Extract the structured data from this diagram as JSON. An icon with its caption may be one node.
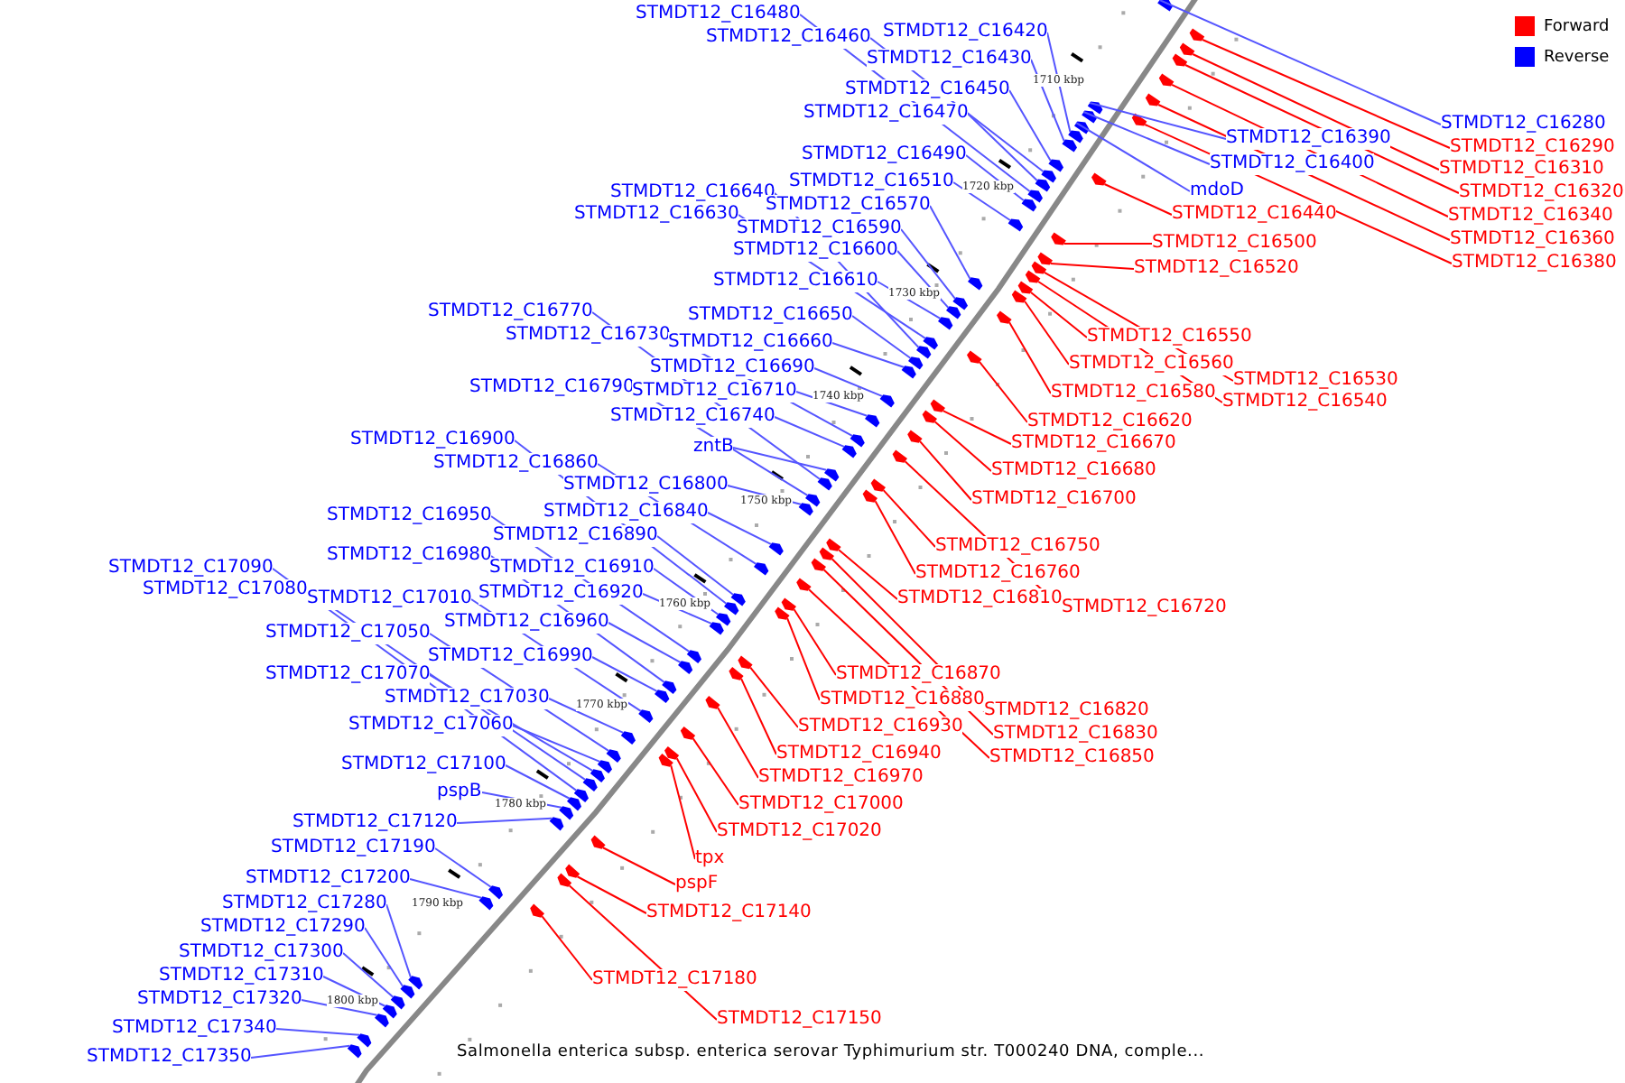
{
  "diagram": {
    "caption": "Salmonella enterica subsp. enterica serovar Typhimurium str. T000240 DNA, comple...",
    "nodes": [
      {
        "text": [
          "STMDT12_C16480"
        ]
      },
      {
        "text": [
          "STMDT12_C16420"
        ]
      },
      {
        "text": [
          "STMDT12_C16460"
        ]
      },
      {
        "text": [
          "STMDT12_C16430"
        ]
      },
      {
        "text": [
          "STMDT12_C16450"
        ]
      },
      {
        "text": [
          "STMDT12_C16470"
        ]
      },
      {
        "text": [
          "STMDT12_C16280"
        ]
      },
      {
        "text": [
          "STMDT12_C16390"
        ]
      },
      {
        "text": [
          "STMDT12_C16290"
        ]
      },
      {
        "text": [
          "STMDT12_C16490"
        ]
      },
      {
        "text": [
          "STMDT12_C16400"
        ]
      },
      {
        "text": [
          "STMDT12_C16310"
        ]
      },
      {
        "text": [
          "STMDT12_C16510"
        ]
      },
      {
        "text": [
          "mdoD"
        ]
      },
      {
        "text": [
          "STMDT12_C16320"
        ]
      },
      {
        "text": [
          "STMDT12_C16640"
        ]
      },
      {
        "text": [
          "STMDT12_C16570"
        ]
      },
      {
        "text": [
          "STMDT12_C16440"
        ]
      },
      {
        "text": [
          "STMDT12_C16630"
        ]
      },
      {
        "text": [
          "STMDT12_C16340"
        ]
      },
      {
        "text": [
          "STMDT12_C16590"
        ]
      },
      {
        "text": [
          "STMDT12_C16360"
        ]
      },
      {
        "text": [
          "STMDT12_C16500"
        ]
      },
      {
        "text": [
          "STMDT12_C16600"
        ]
      },
      {
        "text": [
          "STMDT12_C16380"
        ]
      },
      {
        "text": [
          "STMDT12_C16520"
        ]
      },
      {
        "text": [
          "STMDT12_C16610"
        ]
      },
      {
        "text": [
          "STMDT12_C16770"
        ]
      },
      {
        "text": [
          "STMDT12_C16650"
        ]
      },
      {
        "text": [
          "STMDT12_C16730"
        ]
      },
      {
        "text": [
          "STMDT12_C16550"
        ]
      },
      {
        "text": [
          "STMDT12_C16660"
        ]
      },
      {
        "text": [
          "STMDT12_C16560"
        ]
      },
      {
        "text": [
          "STMDT12_C16690"
        ]
      },
      {
        "text": [
          "STMDT12_C16530"
        ]
      },
      {
        "text": [
          "STMDT12_C16790"
        ]
      },
      {
        "text": [
          "STMDT12_C16710"
        ]
      },
      {
        "text": [
          "STMDT12_C16580"
        ]
      },
      {
        "text": [
          "STMDT12_C16540"
        ]
      },
      {
        "text": [
          "STMDT12_C16740"
        ]
      },
      {
        "text": [
          "STMDT12_C16620"
        ]
      },
      {
        "text": [
          "STMDT12_C16900"
        ]
      },
      {
        "text": [
          "STMDT12_C16670"
        ]
      },
      {
        "text": [
          "zntB"
        ]
      },
      {
        "text": [
          "STMDT12_C16860"
        ]
      },
      {
        "text": [
          "STMDT12_C16680"
        ]
      },
      {
        "text": [
          "STMDT12_C16800"
        ]
      },
      {
        "text": [
          "STMDT12_C16700"
        ]
      },
      {
        "text": [
          "STMDT12_C16840"
        ]
      },
      {
        "text": [
          "STMDT12_C16950"
        ]
      },
      {
        "text": [
          "STMDT12_C16890"
        ]
      },
      {
        "text": [
          "STMDT12_C16750"
        ]
      },
      {
        "text": [
          "STMDT12_C16980"
        ]
      },
      {
        "text": [
          "STMDT12_C16910"
        ]
      },
      {
        "text": [
          "STMDT12_C17090"
        ]
      },
      {
        "text": [
          "STMDT12_C16760"
        ]
      },
      {
        "text": [
          "STMDT12_C17080"
        ]
      },
      {
        "text": [
          "STMDT12_C16920"
        ]
      },
      {
        "text": [
          "STMDT12_C17010"
        ]
      },
      {
        "text": [
          "STMDT12_C16810"
        ]
      },
      {
        "text": [
          "STMDT12_C16720"
        ]
      },
      {
        "text": [
          "STMDT12_C16960"
        ]
      },
      {
        "text": [
          "STMDT12_C17050"
        ]
      },
      {
        "text": [
          "STMDT12_C16990"
        ]
      },
      {
        "text": [
          "STMDT12_C16870"
        ]
      },
      {
        "text": [
          "STMDT12_C17070"
        ]
      },
      {
        "text": [
          "STMDT12_C17030"
        ]
      },
      {
        "text": [
          "STMDT12_C16880"
        ]
      },
      {
        "text": [
          "STMDT12_C16820"
        ]
      },
      {
        "text": [
          "STMDT12_C17060"
        ]
      },
      {
        "text": [
          "STMDT12_C16930"
        ]
      },
      {
        "text": [
          "STMDT12_C16830"
        ]
      },
      {
        "text": [
          "STMDT12_C16940"
        ]
      },
      {
        "text": [
          "STMDT12_C16850"
        ]
      },
      {
        "text": [
          "STMDT12_C17100"
        ]
      },
      {
        "text": [
          "STMDT12_C16970"
        ]
      },
      {
        "text": [
          "pspB"
        ]
      },
      {
        "text": [
          "STMDT12_C17000"
        ]
      },
      {
        "text": [
          "STMDT12_C17120"
        ]
      },
      {
        "text": [
          "STMDT12_C17020"
        ]
      },
      {
        "text": [
          "STMDT12_C17190"
        ]
      },
      {
        "text": [
          "tpx"
        ]
      },
      {
        "text": [
          "STMDT12_C17200"
        ]
      },
      {
        "text": [
          "pspF"
        ]
      },
      {
        "text": [
          "STMDT12_C17280"
        ]
      },
      {
        "text": [
          "STMDT12_C17140"
        ]
      },
      {
        "text": [
          "STMDT12_C17290"
        ]
      },
      {
        "text": [
          "STMDT12_C17300"
        ]
      },
      {
        "text": [
          "STMDT12_C17310"
        ]
      },
      {
        "text": [
          "STMDT12_C17180"
        ]
      },
      {
        "text": [
          "STMDT12_C17320"
        ]
      },
      {
        "text": [
          "STMDT12_C17150"
        ]
      },
      {
        "text": [
          "STMDT12_C17340"
        ]
      },
      {
        "text": [
          "STMDT12_C17350"
        ]
      },
      {
        "text": [],
        "shape": "arrow"
      },
      {
        "text": [],
        "shape": "arrow"
      },
      {
        "text": [],
        "shape": "arrow"
      },
      {
        "text": [],
        "shape": "arrow"
      },
      {
        "text": [],
        "shape": "arrow"
      },
      {
        "text": [],
        "shape": "arrow"
      },
      {
        "text": [],
        "shape": "arrow"
      },
      {
        "text": [],
        "shape": "arrow"
      },
      {
        "text": [],
        "shape": "arrow"
      },
      {
        "text": [],
        "shape": "arrow"
      },
      {
        "text": [],
        "shape": "arrow"
      },
      {
        "text": [],
        "shape": "arrow"
      },
      {
        "text": [],
        "shape": "arrow"
      },
      {
        "text": [],
        "shape": "arrow"
      },
      {
        "text": [],
        "shape": "arrow"
      },
      {
        "text": [],
        "shape": "arrow"
      },
      {
        "text": [],
        "shape": "arrow"
      },
      {
        "text": [],
        "shape": "arrow"
      },
      {
        "text": [],
        "shape": "arrow"
      },
      {
        "text": [],
        "shape": "arrow"
      },
      {
        "text": [],
        "shape": "arrow"
      },
      {
        "text": [],
        "shape": "arrow"
      },
      {
        "text": [],
        "shape": "arrow"
      },
      {
        "text": [],
        "shape": "arrow"
      },
      {
        "text": [],
        "shape": "arrow"
      },
      {
        "text": [],
        "shape": "arrow"
      },
      {
        "text": [],
        "shape": "arrow"
      },
      {
        "text": [],
        "shape": "arrow"
      },
      {
        "text": [],
        "shape": "arrow"
      },
      {
        "text": [],
        "shape": "arrow"
      },
      {
        "text": [],
        "shape": "arrow"
      },
      {
        "text": [],
        "shape": "arrow"
      },
      {
        "text": [],
        "shape": "arrow"
      },
      {
        "text": [],
        "shape": "arrow"
      },
      {
        "text": [],
        "shape": "arrow"
      },
      {
        "text": [],
        "shape": "arrow"
      },
      {
        "text": [],
        "shape": "arrow"
      },
      {
        "text": [],
        "shape": "arrow"
      },
      {
        "text": [],
        "shape": "arrow"
      },
      {
        "text": [],
        "shape": "arrow"
      },
      {
        "text": [],
        "shape": "arrow"
      },
      {
        "text": [],
        "shape": "arrow"
      },
      {
        "text": [],
        "shape": "arrow"
      },
      {
        "text": [],
        "shape": "arrow"
      },
      {
        "text": [],
        "shape": "arrow"
      },
      {
        "text": [],
        "shape": "arrow"
      },
      {
        "text": [],
        "shape": "arrow"
      },
      {
        "text": [],
        "shape": "arrow"
      },
      {
        "text": [],
        "shape": "arrow"
      },
      {
        "text": [],
        "shape": "arrow"
      },
      {
        "text": [],
        "shape": "arrow"
      },
      {
        "text": [],
        "shape": "arrow"
      },
      {
        "text": [],
        "shape": "arrow"
      },
      {
        "text": [],
        "shape": "arrow"
      },
      {
        "text": [],
        "shape": "arrow"
      },
      {
        "text": [],
        "shape": "arrow"
      },
      {
        "text": [],
        "shape": "arrow"
      },
      {
        "text": [],
        "shape": "arrow"
      },
      {
        "text": [],
        "shape": "arrow"
      },
      {
        "text": [],
        "shape": "arrow"
      },
      {
        "text": [],
        "shape": "arrow"
      },
      {
        "text": [],
        "shape": "arrow"
      },
      {
        "text": [],
        "shape": "arrow"
      },
      {
        "text": [],
        "shape": "arrow"
      },
      {
        "text": [],
        "shape": "arrow"
      },
      {
        "text": [],
        "shape": "arrow"
      },
      {
        "text": [],
        "shape": "arrow"
      },
      {
        "text": [],
        "shape": "arrow"
      },
      {
        "text": [],
        "shape": "arrow"
      },
      {
        "text": [],
        "shape": "arrow"
      },
      {
        "text": [],
        "shape": "arrow"
      },
      {
        "text": [],
        "shape": "arrow"
      },
      {
        "text": [],
        "shape": "arrow"
      },
      {
        "text": [],
        "shape": "arrow"
      },
      {
        "text": [],
        "shape": "arrow"
      },
      {
        "text": [],
        "shape": "arrow"
      },
      {
        "text": [],
        "shape": "arrow"
      },
      {
        "text": [],
        "shape": "arrow"
      },
      {
        "text": [],
        "shape": "arrow"
      },
      {
        "text": [],
        "shape": "arrow"
      },
      {
        "text": [],
        "shape": "arrow"
      },
      {
        "text": [],
        "shape": "arrow"
      },
      {
        "text": [],
        "shape": "arrow"
      },
      {
        "text": [],
        "shape": "arrow"
      },
      {
        "text": [],
        "shape": "arrow"
      },
      {
        "text": [],
        "shape": "arrow"
      },
      {
        "text": [],
        "shape": "arrow"
      },
      {
        "text": [],
        "shape": "arrow"
      },
      {
        "text": [],
        "shape": "arrow"
      },
      {
        "text": [],
        "shape": "arrow"
      },
      {
        "text": [],
        "shape": "arrow"
      },
      {
        "text": [],
        "shape": "arrow"
      },
      {
        "text": [],
        "shape": "arrow"
      },
      {
        "text": [],
        "shape": "arrow"
      }
    ],
    "edges": [
      {
        "from": 0,
        "to": 110,
        "arrow": "none"
      },
      {
        "from": 1,
        "to": 104,
        "arrow": "none"
      },
      {
        "from": 2,
        "to": 108,
        "arrow": "none"
      },
      {
        "from": 3,
        "to": 105,
        "arrow": "none"
      },
      {
        "from": 4,
        "to": 107,
        "arrow": "none"
      },
      {
        "from": 5,
        "to": 109,
        "arrow": "none"
      },
      {
        "from": 6,
        "to": 94,
        "arrow": "none"
      },
      {
        "from": 7,
        "to": 101,
        "arrow": "none"
      },
      {
        "from": 8,
        "to": 95,
        "arrow": "none",
        "color": "#ff0000"
      },
      {
        "from": 9,
        "to": 111,
        "arrow": "none"
      },
      {
        "from": 10,
        "to": 102,
        "arrow": "none"
      },
      {
        "from": 11,
        "to": 96,
        "arrow": "none",
        "color": "#ff0000"
      },
      {
        "from": 12,
        "to": 113,
        "arrow": "none"
      },
      {
        "from": 13,
        "to": 103,
        "arrow": "none"
      },
      {
        "from": 14,
        "to": 97,
        "arrow": "none",
        "color": "#ff0000"
      },
      {
        "from": 15,
        "to": 126,
        "arrow": "none"
      },
      {
        "from": 16,
        "to": 119,
        "arrow": "none"
      },
      {
        "from": 17,
        "to": 106,
        "arrow": "none",
        "color": "#ff0000"
      },
      {
        "from": 18,
        "to": 125,
        "arrow": "none"
      },
      {
        "from": 19,
        "to": 98,
        "arrow": "none",
        "color": "#ff0000"
      },
      {
        "from": 20,
        "to": 121,
        "arrow": "none"
      },
      {
        "from": 21,
        "to": 99,
        "arrow": "none",
        "color": "#ff0000"
      },
      {
        "from": 22,
        "to": 112,
        "arrow": "none",
        "color": "#ff0000"
      },
      {
        "from": 23,
        "to": 122,
        "arrow": "none"
      },
      {
        "from": 24,
        "to": 100,
        "arrow": "none",
        "color": "#ff0000"
      },
      {
        "from": 25,
        "to": 114,
        "arrow": "none",
        "color": "#ff0000"
      },
      {
        "from": 26,
        "to": 123,
        "arrow": "none"
      },
      {
        "from": 27,
        "to": 140,
        "arrow": "none"
      },
      {
        "from": 28,
        "to": 127,
        "arrow": "none"
      },
      {
        "from": 29,
        "to": 135,
        "arrow": "none"
      },
      {
        "from": 30,
        "to": 117,
        "arrow": "none",
        "color": "#ff0000"
      },
      {
        "from": 31,
        "to": 128,
        "arrow": "none"
      },
      {
        "from": 32,
        "to": 118,
        "arrow": "none",
        "color": "#ff0000"
      },
      {
        "from": 33,
        "to": 131,
        "arrow": "none"
      },
      {
        "from": 34,
        "to": 115,
        "arrow": "none",
        "color": "#ff0000"
      },
      {
        "from": 35,
        "to": 141,
        "arrow": "none"
      },
      {
        "from": 36,
        "to": 133,
        "arrow": "none"
      },
      {
        "from": 37,
        "to": 120,
        "arrow": "none",
        "color": "#ff0000"
      },
      {
        "from": 38,
        "to": 116,
        "arrow": "none",
        "color": "#ff0000"
      },
      {
        "from": 39,
        "to": 136,
        "arrow": "none"
      },
      {
        "from": 40,
        "to": 124,
        "arrow": "none",
        "color": "#ff0000"
      },
      {
        "from": 41,
        "to": 152,
        "arrow": "none"
      },
      {
        "from": 42,
        "to": 129,
        "arrow": "none",
        "color": "#ff0000"
      },
      {
        "from": 43,
        "to": 139,
        "arrow": "none"
      },
      {
        "from": 44,
        "to": 148,
        "arrow": "none"
      },
      {
        "from": 45,
        "to": 130,
        "arrow": "none",
        "color": "#ff0000"
      },
      {
        "from": 46,
        "to": 142,
        "arrow": "none"
      },
      {
        "from": 47,
        "to": 132,
        "arrow": "none",
        "color": "#ff0000"
      },
      {
        "from": 48,
        "to": 146,
        "arrow": "none"
      },
      {
        "from": 49,
        "to": 157,
        "arrow": "none"
      },
      {
        "from": 50,
        "to": 151,
        "arrow": "none"
      },
      {
        "from": 51,
        "to": 137,
        "arrow": "none",
        "color": "#ff0000"
      },
      {
        "from": 52,
        "to": 160,
        "arrow": "none"
      },
      {
        "from": 53,
        "to": 153,
        "arrow": "none"
      },
      {
        "from": 54,
        "to": 171,
        "arrow": "none"
      },
      {
        "from": 55,
        "to": 138,
        "arrow": "none",
        "color": "#ff0000"
      },
      {
        "from": 56,
        "to": 170,
        "arrow": "none"
      },
      {
        "from": 57,
        "to": 154,
        "arrow": "none"
      },
      {
        "from": 58,
        "to": 163,
        "arrow": "none"
      },
      {
        "from": 59,
        "to": 143,
        "arrow": "none",
        "color": "#ff0000"
      },
      {
        "from": 60,
        "to": 134,
        "arrow": "none",
        "color": "#ff0000"
      },
      {
        "from": 61,
        "to": 158,
        "arrow": "none"
      },
      {
        "from": 62,
        "to": 167,
        "arrow": "none"
      },
      {
        "from": 63,
        "to": 161,
        "arrow": "none"
      },
      {
        "from": 64,
        "to": 149,
        "arrow": "none",
        "color": "#ff0000"
      },
      {
        "from": 65,
        "to": 169,
        "arrow": "none"
      },
      {
        "from": 66,
        "to": 166,
        "arrow": "none"
      },
      {
        "from": 67,
        "to": 150,
        "arrow": "none",
        "color": "#ff0000"
      },
      {
        "from": 68,
        "to": 144,
        "arrow": "none",
        "color": "#ff0000"
      },
      {
        "from": 69,
        "to": 168,
        "arrow": "none"
      },
      {
        "from": 70,
        "to": 155,
        "arrow": "none",
        "color": "#ff0000"
      },
      {
        "from": 71,
        "to": 145,
        "arrow": "none",
        "color": "#ff0000"
      },
      {
        "from": 72,
        "to": 156,
        "arrow": "none",
        "color": "#ff0000"
      },
      {
        "from": 73,
        "to": 147,
        "arrow": "none",
        "color": "#ff0000"
      },
      {
        "from": 74,
        "to": 172,
        "arrow": "none"
      },
      {
        "from": 75,
        "to": 159,
        "arrow": "none",
        "color": "#ff0000"
      },
      {
        "from": 76,
        "to": 173,
        "arrow": "none"
      },
      {
        "from": 77,
        "to": 162,
        "arrow": "none",
        "color": "#ff0000"
      },
      {
        "from": 78,
        "to": 175,
        "arrow": "none"
      },
      {
        "from": 79,
        "to": 164,
        "arrow": "none",
        "color": "#ff0000"
      },
      {
        "from": 80,
        "to": 179,
        "arrow": "none"
      },
      {
        "from": 81,
        "to": 165,
        "arrow": "none",
        "color": "#ff0000"
      },
      {
        "from": 82,
        "to": 180,
        "arrow": "none"
      },
      {
        "from": 83,
        "to": 174,
        "arrow": "none",
        "color": "#ff0000"
      },
      {
        "from": 84,
        "to": 181,
        "arrow": "none"
      },
      {
        "from": 85,
        "to": 176,
        "arrow": "none",
        "color": "#ff0000"
      },
      {
        "from": 86,
        "to": 182,
        "arrow": "none"
      },
      {
        "from": 87,
        "to": 183,
        "arrow": "none"
      },
      {
        "from": 88,
        "to": 184,
        "arrow": "none"
      },
      {
        "from": 89,
        "to": 178,
        "arrow": "none",
        "color": "#ff0000"
      },
      {
        "from": 90,
        "to": 185,
        "arrow": "none"
      },
      {
        "from": 91,
        "to": 177,
        "arrow": "none",
        "color": "#ff0000"
      },
      {
        "from": 92,
        "to": 186,
        "arrow": "none"
      },
      {
        "from": 93,
        "to": 187,
        "arrow": "none"
      }
    ],
    "labels": [
      "1710 kbp",
      "1720 kbp",
      "1730 kbp",
      "1740 kbp",
      "1750 kbp",
      "1760 kbp",
      "1770 kbp",
      "1780 kbp",
      "1790 kbp",
      "1800 kbp"
    ],
    "legend": [
      {
        "text": "Forward",
        "color": "#ff0000"
      },
      {
        "text": "Reverse",
        "color": "#0000ff"
      }
    ]
  }
}
